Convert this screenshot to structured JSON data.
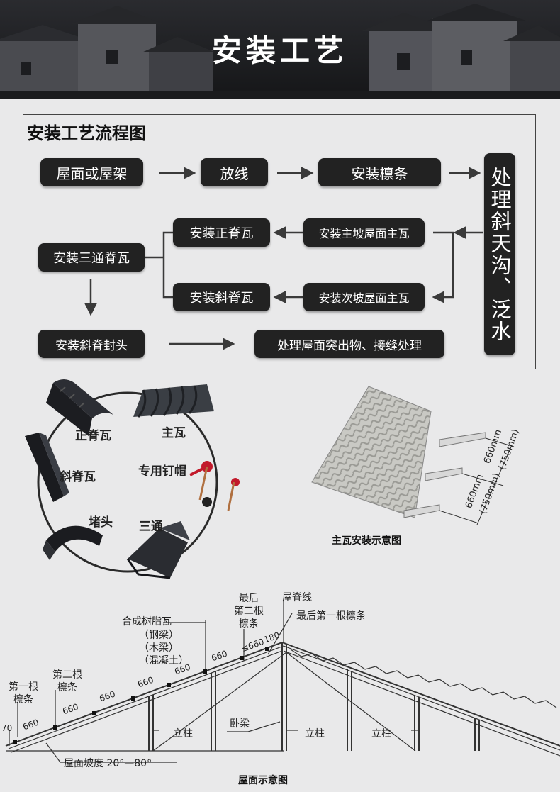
{
  "banner": {
    "title": "安装工艺"
  },
  "flow": {
    "title": "安装工艺流程图",
    "steps": {
      "roof_frame": "屋面或屋架",
      "setout": "放线",
      "purlin": "安装檩条",
      "valley": "处理斜天沟、泛水",
      "main_slope": "安装主坡屋面主瓦",
      "secondary_slope": "安装次坡屋面主瓦",
      "ridge": "安装正脊瓦",
      "hip": "安装斜脊瓦",
      "three_way": "安装三通脊瓦",
      "hip_cap": "安装斜脊封头",
      "finish": "处理屋面突出物、接缝处理"
    }
  },
  "components": {
    "ridge_tile": "正脊瓦",
    "main_tile": "主瓦",
    "hip_tile": "斜脊瓦",
    "nail_cap": "专用钉帽",
    "end_cap": "堵头",
    "three_way": "三通"
  },
  "main_tile_diagram": {
    "caption": "主瓦安装示意图",
    "dim_upper": "660mm",
    "dim_upper_alt": "(750mm)",
    "dim_lower": "660mm",
    "dim_lower_alt": "(750mm)"
  },
  "roof": {
    "caption": "屋面示意图",
    "resin_tile": "合成树脂瓦",
    "steel_beam": "（钢梁）",
    "wood_beam": "（木梁）",
    "concrete": "（混凝土）",
    "first_purlin": "第一根\n檩条",
    "second_purlin": "第二根\n檩条",
    "last_second_purlin": "最后\n第二根\n檩条",
    "ridge_line": "屋脊线",
    "last_first_purlin": "最后第一根檩条",
    "column": "立柱",
    "lying_beam": "卧梁",
    "slope": "屋面坡度 20°—80°",
    "spacing": [
      "70",
      "660",
      "660",
      "660",
      "660",
      "660",
      "660"
    ],
    "spacing_top": "≤660",
    "spacing_ridge": "180"
  }
}
